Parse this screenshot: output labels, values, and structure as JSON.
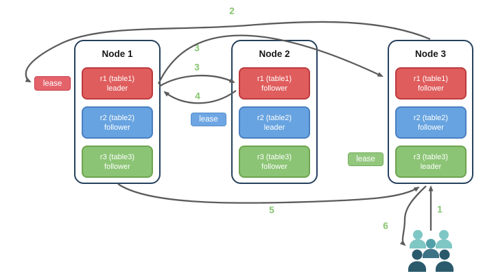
{
  "nodes": [
    {
      "title": "Node 1",
      "replicas": [
        {
          "name": "r1 (table1)",
          "role": "leader",
          "color": "red"
        },
        {
          "name": "r2 (table2)",
          "role": "follower",
          "color": "blue"
        },
        {
          "name": "r3 (table3)",
          "role": "follower",
          "color": "green"
        }
      ]
    },
    {
      "title": "Node 2",
      "replicas": [
        {
          "name": "r1 (table1)",
          "role": "follower",
          "color": "red"
        },
        {
          "name": "r2 (table2)",
          "role": "leader",
          "color": "blue"
        },
        {
          "name": "r3 (table3)",
          "role": "follower",
          "color": "green"
        }
      ]
    },
    {
      "title": "Node 3",
      "replicas": [
        {
          "name": "r1 (table1)",
          "role": "follower",
          "color": "red"
        },
        {
          "name": "r2 (table2)",
          "role": "follower",
          "color": "blue"
        },
        {
          "name": "r3 (table3)",
          "role": "leader",
          "color": "green"
        }
      ]
    }
  ],
  "leases": [
    {
      "label": "lease",
      "color": "red"
    },
    {
      "label": "lease",
      "color": "blue"
    },
    {
      "label": "lease",
      "color": "green"
    }
  ],
  "steps": [
    {
      "label": "1"
    },
    {
      "label": "2"
    },
    {
      "label": "3"
    },
    {
      "label": "3"
    },
    {
      "label": "4"
    },
    {
      "label": "5"
    },
    {
      "label": "6"
    }
  ],
  "icons": {
    "clients": "users-group-icon"
  },
  "colors": {
    "node_border": "#24405c",
    "replica_red_fill": "#e05d5d",
    "replica_red_border": "#bb3a3e",
    "replica_blue_fill": "#67a3e0",
    "replica_blue_border": "#4a7fc1",
    "replica_green_fill": "#8bc474",
    "replica_green_border": "#6ea450",
    "lease_red_fill": "#e4636b",
    "lease_red_border": "#c93a49",
    "lease_blue_fill": "#6da6e3",
    "lease_blue_border": "#568ecb",
    "lease_green_fill": "#93c77e",
    "lease_green_border": "#74ad58",
    "arrow": "#5b5b5b",
    "step_number": "#84c46d",
    "people_light": "#7fc7c5",
    "people_mid_head": "#509fa9",
    "people_mid_body": "#3e7285",
    "people_dark": "#2b5a6c"
  }
}
